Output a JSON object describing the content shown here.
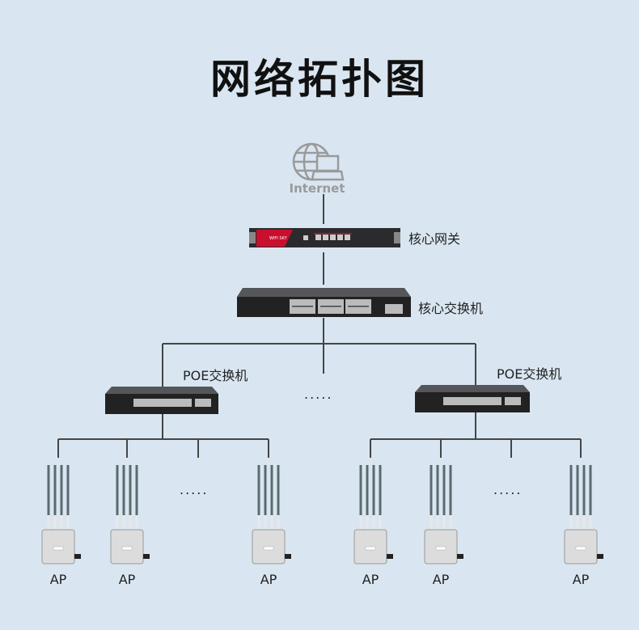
{
  "title": "网络拓扑图",
  "internet": {
    "label": "Internet"
  },
  "gateway": {
    "label": "核心网关",
    "brand": "WIFI SKY"
  },
  "core_switch": {
    "label": "核心交换机"
  },
  "poe_switches": [
    {
      "label": "POE交换机"
    },
    {
      "label": "POE交换机"
    }
  ],
  "ellipsis": ".....",
  "aps": [
    {
      "label": "AP"
    },
    {
      "label": "AP"
    },
    {
      "label": "AP"
    },
    {
      "label": "AP"
    },
    {
      "label": "AP"
    },
    {
      "label": "AP"
    }
  ],
  "colors": {
    "background": "#d9e6f1",
    "line": "#444444",
    "gateway_accent": "#c8102e",
    "device_body": "#2a2a2e"
  }
}
